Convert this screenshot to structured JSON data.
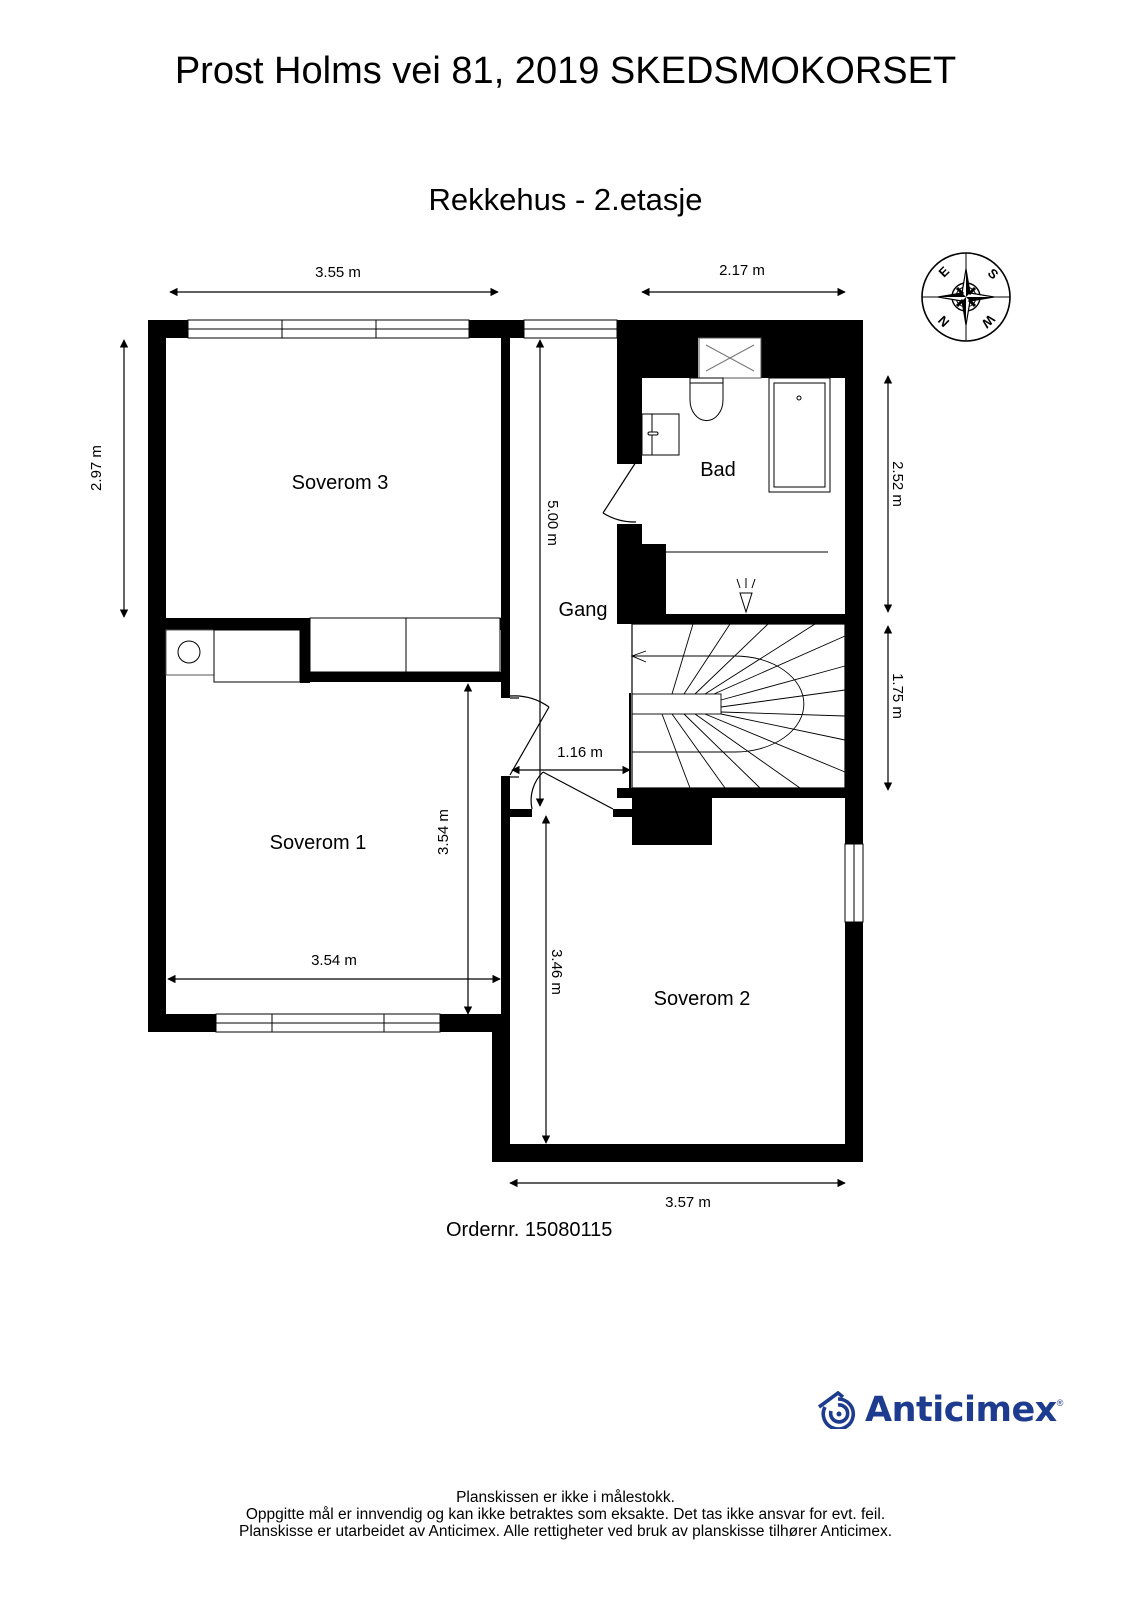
{
  "header": {
    "address": "Prost Holms vei 81, 2019 SKEDSMOKORSET",
    "floor_title": "Rekkehus  - 2.etasje"
  },
  "compass": {
    "labels": [
      "E",
      "S",
      "N",
      "W"
    ]
  },
  "rooms": [
    {
      "name": "Soverom 3"
    },
    {
      "name": "Bad"
    },
    {
      "name": "Gang"
    },
    {
      "name": "Soverom 1"
    },
    {
      "name": "Soverom 2"
    }
  ],
  "dimensions": {
    "soverom3_width": "3.55 m",
    "bad_width": "2.17 m",
    "soverom3_height": "2.97 m",
    "gang_length": "5.00 m",
    "bad_height": "2.52 m",
    "stair_height": "1.75 m",
    "gang_width": "1.16 m",
    "soverom1_height": "3.54 m",
    "soverom1_width": "3.54 m",
    "soverom2_height": "3.46 m",
    "soverom2_width": "3.57 m"
  },
  "order": {
    "label": "Ordernr. 15080115"
  },
  "logo": {
    "brand": "Anticimex",
    "registered": "®",
    "color": "#1d3b8f"
  },
  "footer": {
    "lines": [
      "Planskissen er ikke i målestokk.",
      "Oppgitte mål er innvendig og kan ikke betraktes som eksakte. Det tas ikke ansvar for evt. feil.",
      "Planskisse er utarbeidet av Anticimex. Alle rettigheter ved bruk av planskisse tilhører Anticimex."
    ]
  }
}
